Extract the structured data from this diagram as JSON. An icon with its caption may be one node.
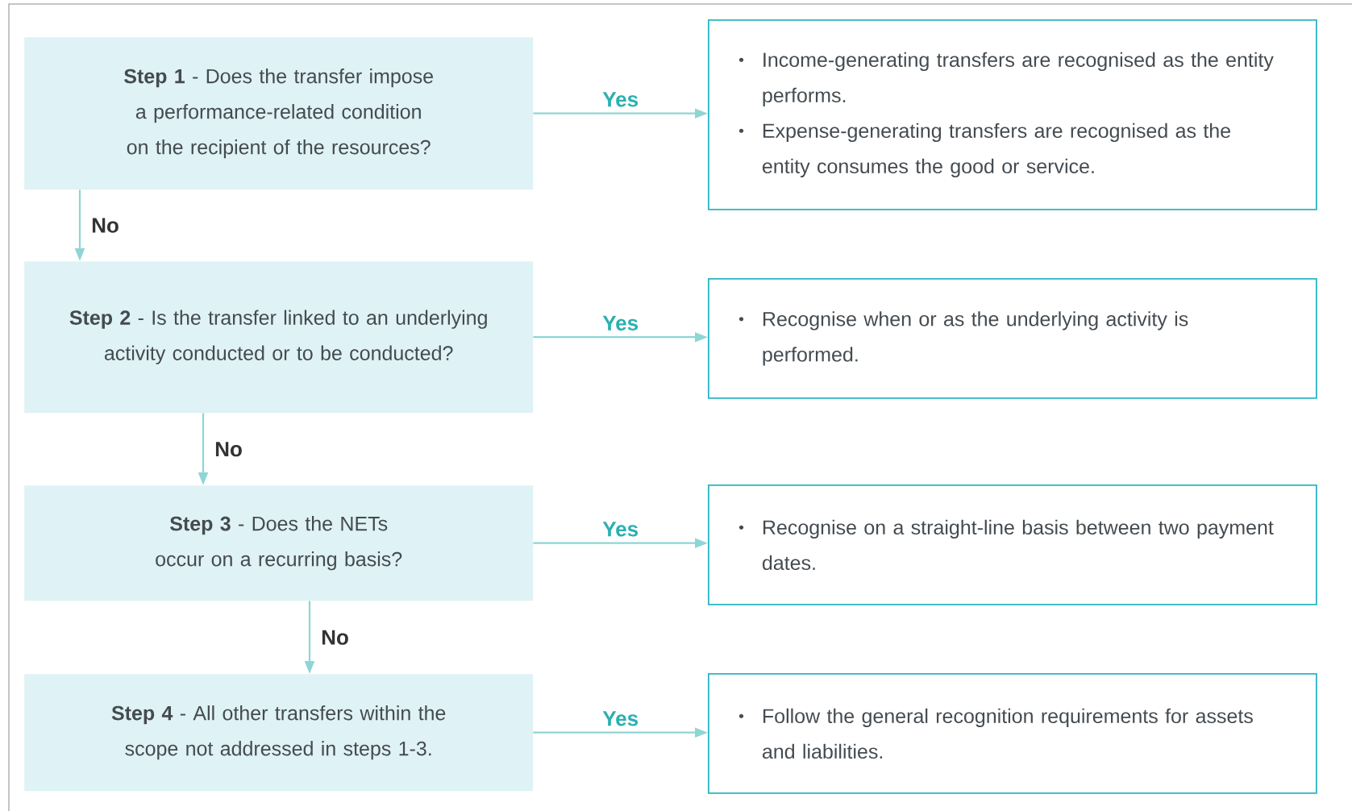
{
  "diagram": {
    "nodes": [
      {
        "text": [
          "**Step 1** - Does the transfer impose a performance-related condition on the recipient of the resources?"
        ]
      },
      {
        "text": [
          "Income-generating transfers are recognised as the entity performs.",
          "Expense-generating transfers are recognised as the entity consumes the good or service."
        ]
      },
      {
        "text": [
          "**Step 2** - Is the transfer linked to an underlying activity conducted or to be conducted?"
        ]
      },
      {
        "text": [
          "Recognise when or as the underlying activity is performed."
        ]
      },
      {
        "text": [
          "**Step 3** - Does the NETs occur on a recurring basis?"
        ]
      },
      {
        "text": [
          "Recognise on a straight-line basis between two payment dates."
        ]
      },
      {
        "text": [
          "**Step 4** - All other transfers within the scope not addressed in steps 1-3."
        ]
      },
      {
        "text": [
          "Follow the general recognition requirements for assets and liabilities."
        ]
      }
    ],
    "edges": [
      {
        "from": 0,
        "to": 1,
        "arrow": "to",
        "label": "Yes"
      },
      {
        "from": 0,
        "to": 2,
        "arrow": "to",
        "label": "No"
      },
      {
        "from": 2,
        "to": 3,
        "arrow": "to",
        "label": "Yes"
      },
      {
        "from": 2,
        "to": 4,
        "arrow": "to",
        "label": "No"
      },
      {
        "from": 4,
        "to": 5,
        "arrow": "to",
        "label": "Yes"
      },
      {
        "from": 4,
        "to": 6,
        "arrow": "to",
        "label": "No"
      },
      {
        "from": 6,
        "to": 7,
        "arrow": "to",
        "label": "Yes"
      }
    ]
  }
}
